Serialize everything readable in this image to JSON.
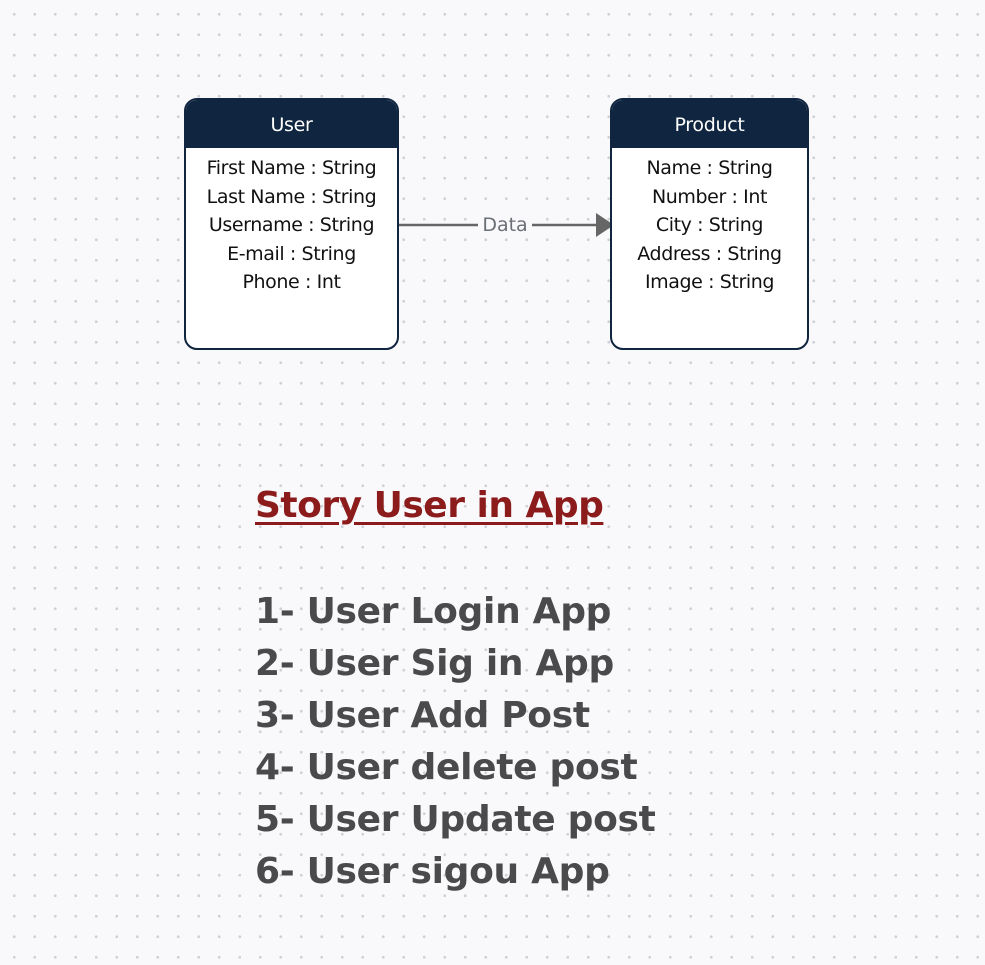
{
  "diagram": {
    "entities": [
      {
        "name": "User",
        "fields": [
          "First Name : String",
          "Last Name : String",
          "Username : String",
          "E-mail : String",
          "Phone : Int"
        ]
      },
      {
        "name": "Product",
        "fields": [
          "Name : String",
          "Number : Int",
          "City : String",
          "Address : String",
          "Image : String"
        ]
      }
    ],
    "relation": {
      "from": "User",
      "to": "Product",
      "label": "Data"
    }
  },
  "story": {
    "title": "Story User in App",
    "items": [
      "1- User Login App",
      "2- User Sig in App",
      "3- User Add Post",
      "4- User delete post",
      "5- User Update post",
      "6- User sigou App"
    ]
  },
  "colors": {
    "entity_header": "#10253f",
    "entity_border": "#10253f",
    "connector": "#666666",
    "story_title": "#8c1c1c",
    "story_text": "#4a4a4c",
    "background": "#f9f9fb",
    "grid_dot": "#cfd1d8"
  }
}
